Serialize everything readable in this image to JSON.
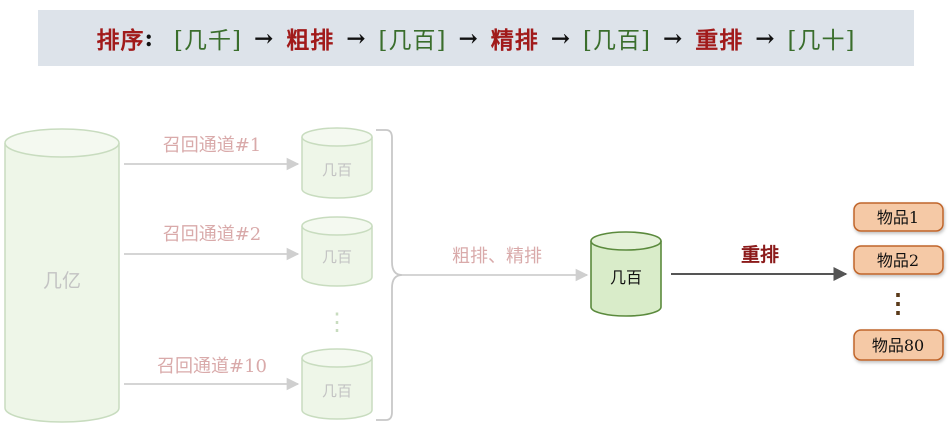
{
  "banner": {
    "label": "排序",
    "colon": ":",
    "steps": [
      "[几千]",
      "粗排",
      "[几百]",
      "精排",
      "[几百]",
      "重排",
      "[几十]"
    ],
    "arrow": "→"
  },
  "source": {
    "label": "几亿"
  },
  "channels": [
    {
      "label": "召回通道#1",
      "bucket": "几百"
    },
    {
      "label": "召回通道#2",
      "bucket": "几百"
    },
    {
      "label": "召回通道#10",
      "bucket": "几百"
    }
  ],
  "merge_label": "粗排、精排",
  "middle": {
    "label": "几百"
  },
  "rerank_label": "重排",
  "items": [
    "物品1",
    "物品2",
    "物品80"
  ],
  "ellipsis": "⋮",
  "colors": {
    "faded_red": "#d9aaaa",
    "dark_red": "#8b1a1a",
    "faded_green_fill": "#eef6e8",
    "faded_green_stroke": "#c8dcbf",
    "green_fill": "#d9ecc9",
    "green_stroke": "#5b8a3d",
    "item_fill": "#f5c9a6",
    "item_stroke": "#c0652c"
  }
}
